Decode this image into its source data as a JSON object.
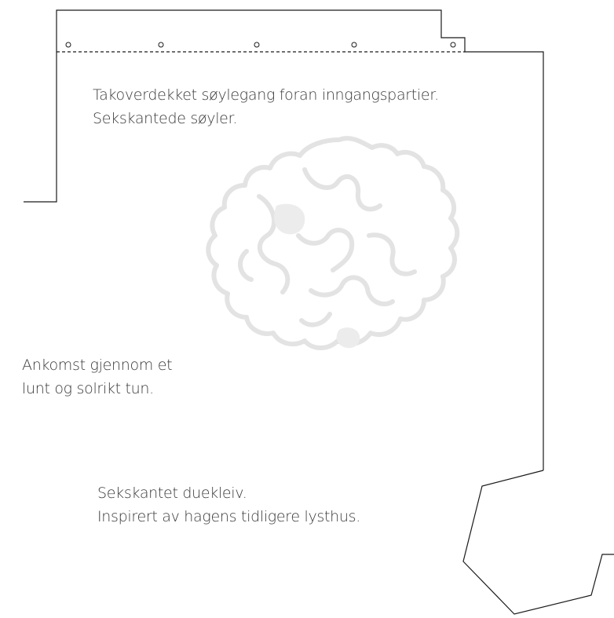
{
  "notes": {
    "colonnade": {
      "line1": "Takoverdekket søylegang foran inngangspartier.",
      "line2": "Sekskantede søyler."
    },
    "arrival": {
      "line1": "Ankomst gjennom et",
      "line2": "lunt og solrikt tun."
    },
    "dovecote": {
      "line1": "Sekskantet duekleiv.",
      "line2": "Inspirert av hagens tidligere lysthus."
    }
  },
  "colors": {
    "line": "#1a1a1a",
    "text": "#3a3a3a",
    "tree_watermark": "#e6e6e6"
  },
  "icons": {
    "watermark": "tree-canopy-outline",
    "column_marker": "circle-column"
  }
}
